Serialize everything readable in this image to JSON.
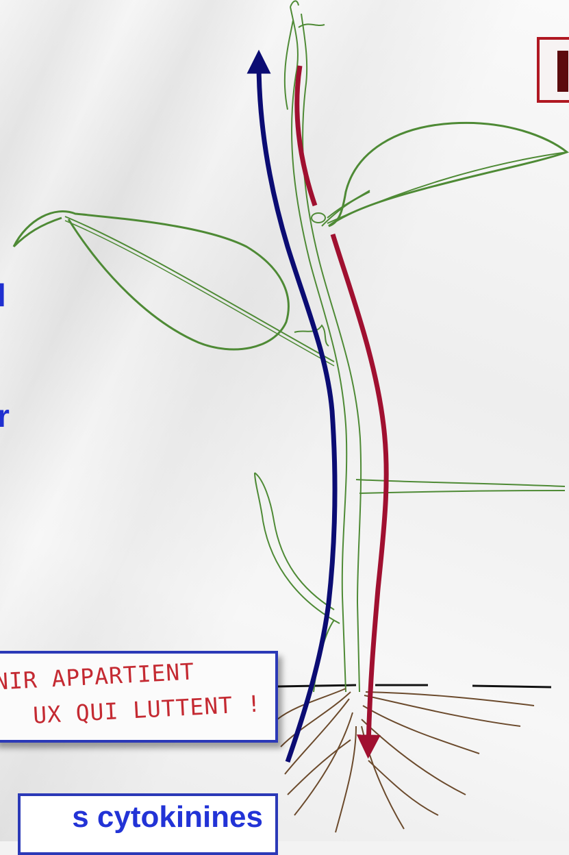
{
  "fragments": {
    "left_1": "l",
    "left_2": "r"
  },
  "motto": {
    "line_1": "NIR APPARTIENT",
    "line_2": "UX QUI LUTTENT !"
  },
  "caption": {
    "text": "s cytokinines"
  },
  "colors": {
    "stem_outline": "#4e8a35",
    "root_outline": "#6b4a2c",
    "upward_arrow": "#0b0c73",
    "downward_arrow": "#a01030",
    "box_border_blue": "#2b39b7",
    "box_border_red": "#b01822",
    "motto_text": "#c42a32",
    "caption_text": "#2233d6"
  }
}
